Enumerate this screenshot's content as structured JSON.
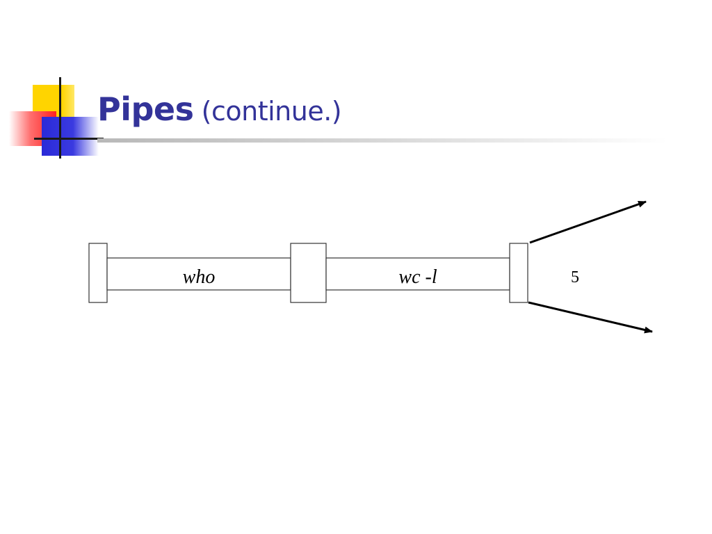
{
  "slide": {
    "title": "Pipes",
    "subtitle": "(continue.)"
  },
  "diagram": {
    "pipes": [
      {
        "label": "who"
      },
      {
        "label": "wc -l"
      }
    ],
    "output": "5"
  },
  "colors": {
    "title": "#333399",
    "ornament_yellow": "#ffd400",
    "ornament_red": "#ff2020",
    "ornament_blue": "#2a2ad8",
    "lines": "#000000"
  }
}
